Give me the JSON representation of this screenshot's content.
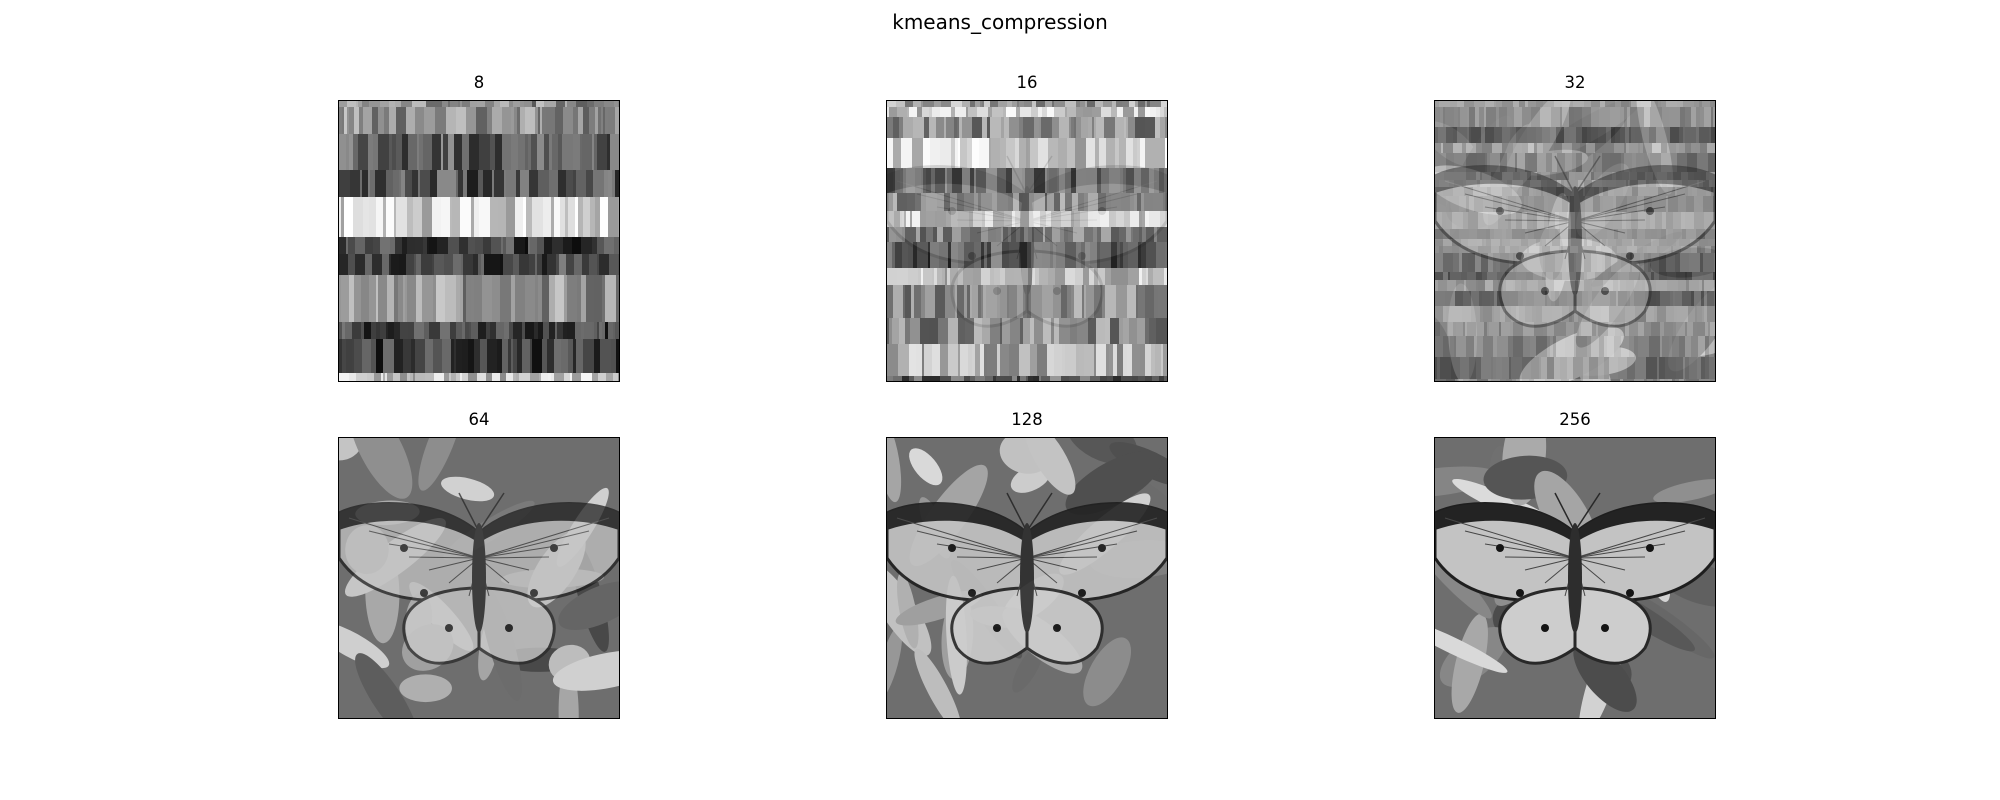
{
  "figure": {
    "suptitle": "kmeans_compression",
    "panels": [
      {
        "title": "8",
        "detail": "stripes",
        "blend": 0.0
      },
      {
        "title": "16",
        "detail": "stripes",
        "blend": 0.15
      },
      {
        "title": "32",
        "detail": "partial",
        "blend": 0.45
      },
      {
        "title": "64",
        "detail": "butterfly",
        "blend": 0.75
      },
      {
        "title": "128",
        "detail": "butterfly",
        "blend": 0.9
      },
      {
        "title": "256",
        "detail": "butterfly",
        "blend": 1.0
      }
    ]
  }
}
